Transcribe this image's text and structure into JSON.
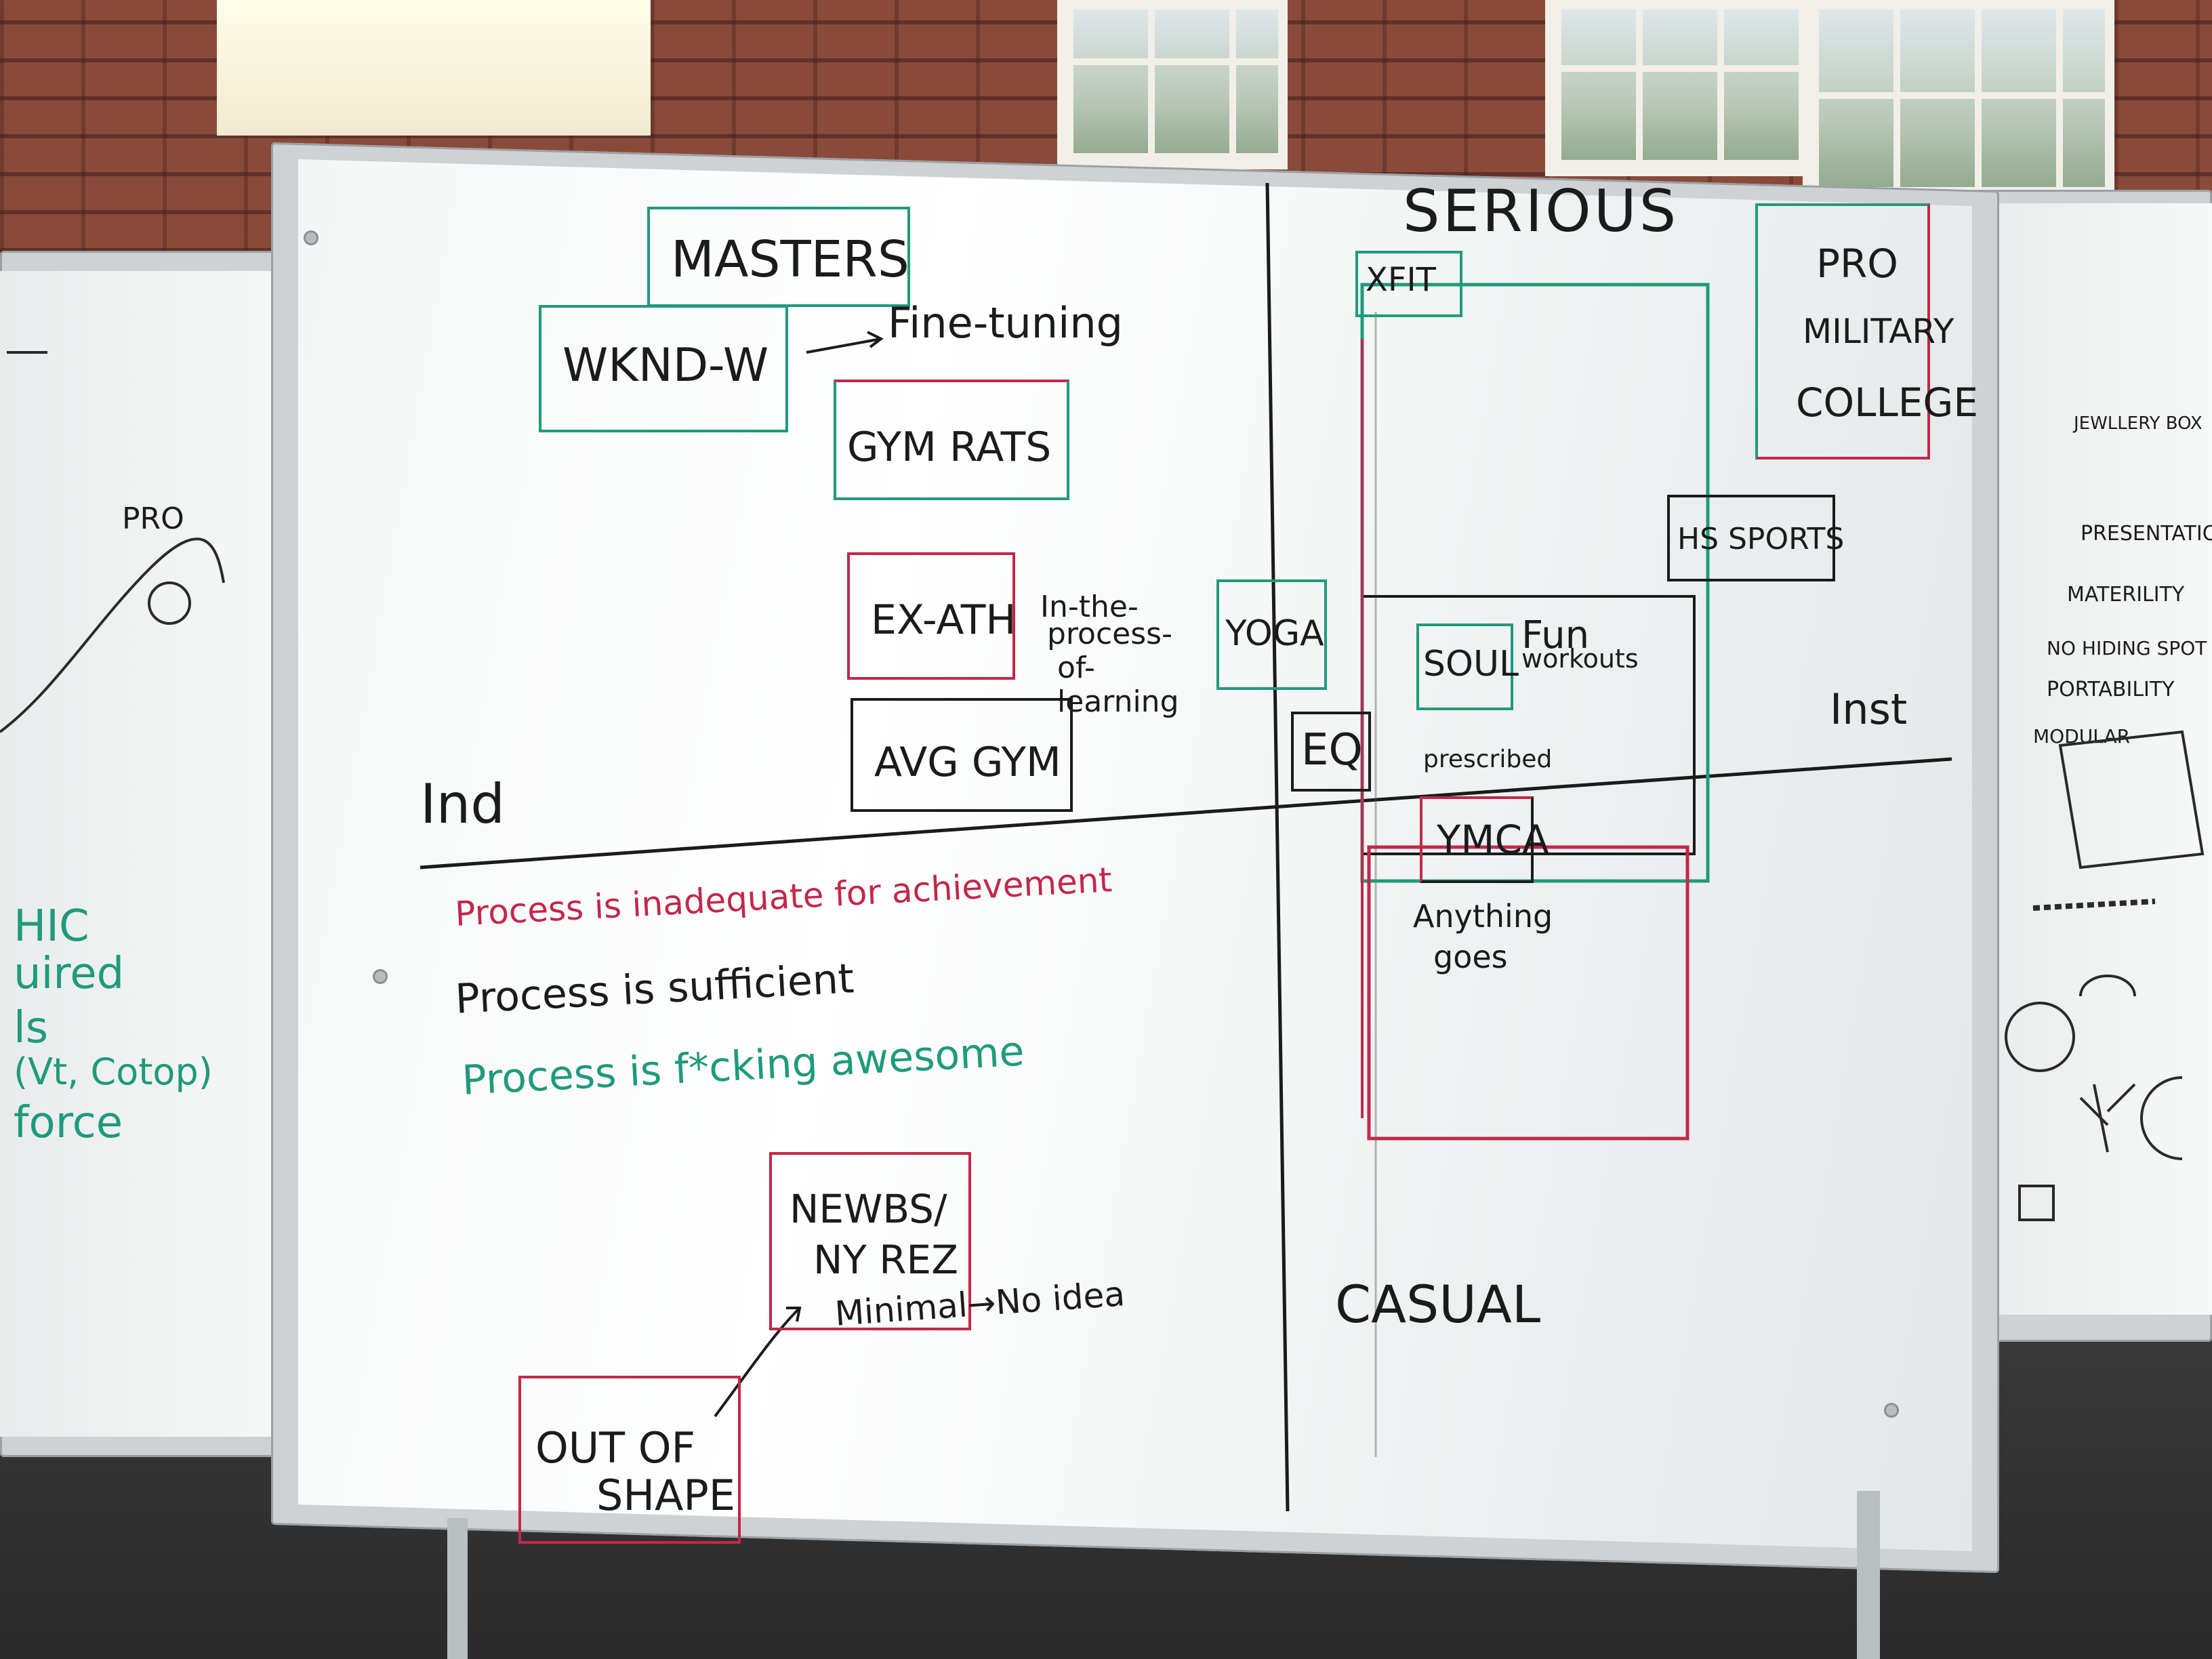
{
  "quadrant_axes": {
    "top": "SERIOUS",
    "bottom": "CASUAL",
    "left": "Ind",
    "right": "Inst"
  },
  "boxes": {
    "masters": "MASTERS",
    "wknd_w": "WKND-W",
    "gym_rats": "GYM RATS",
    "ex_ath": "EX-ATH",
    "avg_gym": "AVG GYM",
    "yoga": "YOGA",
    "eq": "EQ",
    "xfit": "XFIT",
    "pro_military_college": [
      "PRO",
      "MILITARY",
      "COLLEGE"
    ],
    "hs_sports": "HS SPORTS",
    "soul": "SOUL",
    "ymca": "YMCA",
    "news_ny_rez": [
      "NEWBS/",
      "NY REZ"
    ],
    "out_of_shape": [
      "OUT OF",
      "SHAPE"
    ]
  },
  "notes": {
    "fine_tuning": "Fine-tuning",
    "in_process": [
      "In-the-",
      "process-",
      "of-",
      "learning"
    ],
    "fun_workouts": [
      "Fun",
      "workouts"
    ],
    "prescribed": "prescribed",
    "anything_goes": [
      "Anything",
      "goes"
    ],
    "minimal_no_idea": "Minimal→No idea"
  },
  "legend": [
    {
      "text": "Process is inadequate for achievement",
      "color": "#c2284a"
    },
    {
      "text": "Process is sufficient",
      "color": "#1b1b1b"
    },
    {
      "text": "Process is f*cking awesome",
      "color": "#1f9a7c"
    }
  ],
  "left_board_fragments": [
    "PRO",
    "HIC",
    "uired",
    "ls",
    "(Vt, Cotop)",
    "force"
  ],
  "right_board_fragments": [
    "JEWLLERY BOX",
    "PRESENTATION",
    "MATERILITY",
    "NO HIDING SPOT",
    "PORTABILITY",
    "MODULAR"
  ],
  "colors": {
    "red_marker": "#c2284a",
    "green_marker": "#1f9a7c",
    "black_marker": "#1b1b1b"
  }
}
